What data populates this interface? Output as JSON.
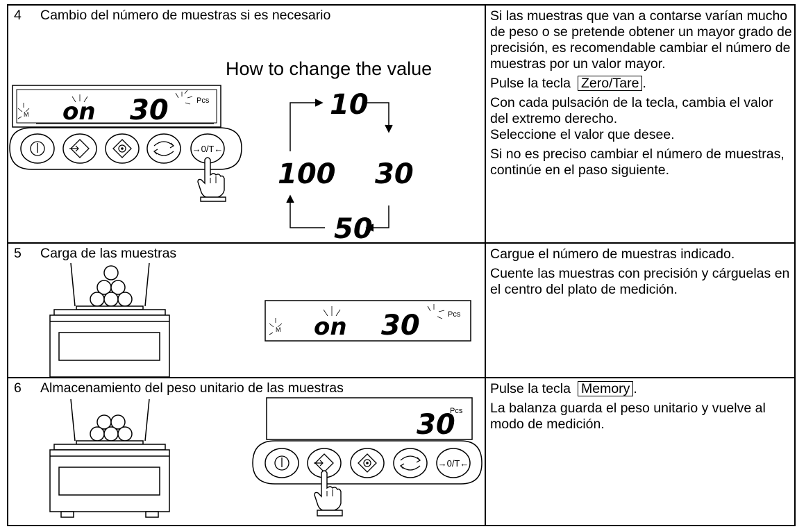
{
  "steps": [
    {
      "number": "4",
      "title": "Cambio del número de muestras si es necesario",
      "diagram": {
        "heading": "How to change the value",
        "display": {
          "left_mark": "M",
          "word": "on",
          "value": "30",
          "unit": "Pcs"
        },
        "cycle": [
          "10",
          "30",
          "50",
          "100"
        ],
        "keys": [
          "power",
          "memory",
          "mode",
          "sample",
          "zero-tare"
        ],
        "zero_key_label": "→0/T←",
        "pressed_key": "zero-tare"
      },
      "instructions": [
        "Si las muestras que van a contarse varían mucho de peso o se pretende obtener un mayor grado de precisión, es recomendable cambiar el número de muestras por un valor mayor.",
        "Pulse la tecla",
        "Con cada pulsación de la tecla, cambia el valor del extremo derecho.",
        "Seleccione el valor que desee.",
        "Si no es preciso cambiar el número de muestras, continúe en el paso siguiente."
      ],
      "key_name": "Zero/Tare"
    },
    {
      "number": "5",
      "title": "Carga de las muestras",
      "diagram": {
        "display": {
          "left_mark": "M",
          "word": "on",
          "value": "30",
          "unit": "Pcs"
        }
      },
      "instructions": [
        "Cargue el número de muestras indicado.",
        "Cuente las muestras con precisión y cárguelas en el centro del plato de medición."
      ]
    },
    {
      "number": "6",
      "title": "Almacenamiento del peso unitario de las muestras",
      "diagram": {
        "display": {
          "value": "30",
          "unit": "Pcs"
        },
        "zero_key_label": "→0/T←",
        "pressed_key": "memory"
      },
      "instructions": [
        "Pulse la tecla",
        "La balanza guarda el peso unitario y vuelve al modo de medición."
      ],
      "key_name": "Memory"
    }
  ]
}
